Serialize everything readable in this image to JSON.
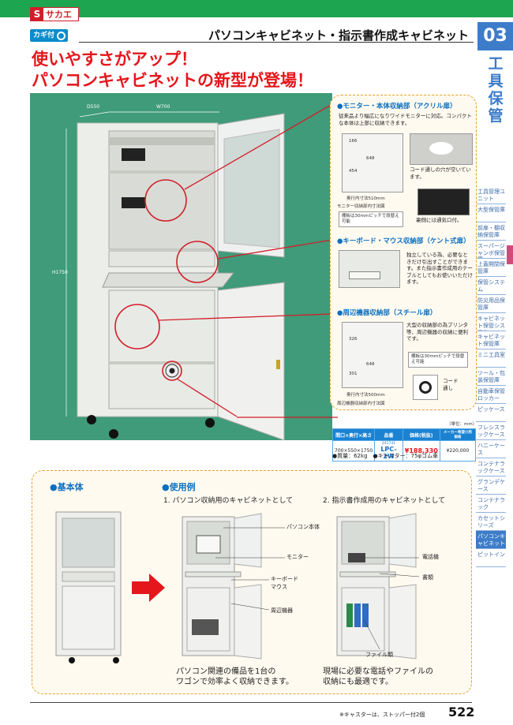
{
  "brand": {
    "logo_mark": "S",
    "logo_text": "サカエ"
  },
  "header": {
    "lock_badge": "カギ付",
    "page_title": "パソコンキャビネット・指示書作成キャビネット",
    "catch_line1": "使いやすさがアップ！",
    "catch_line2": "パソコンキャビネットの新型が登場！"
  },
  "chapter": {
    "number": "03",
    "name": "工具保管"
  },
  "side_nav": [
    {
      "label": "工具管理ユニット",
      "active": false
    },
    {
      "label": "大型保管庫",
      "active": false
    },
    {
      "label": "前扉・棚収納保管庫",
      "active": false
    },
    {
      "label": "スーパージャンボ保管庫",
      "active": false
    },
    {
      "label": "上蓋開閉保管庫",
      "active": false
    },
    {
      "label": "保管システム",
      "active": false
    },
    {
      "label": "防災用品保管庫",
      "active": false
    },
    {
      "label": "キャビネット保管システム",
      "active": false
    },
    {
      "label": "キャビネット保管庫",
      "active": false
    },
    {
      "label": "ミニ工具室",
      "active": false
    },
    {
      "label": "ツール・包装保管庫",
      "active": false
    },
    {
      "label": "自動車保管ロッカー",
      "active": false
    },
    {
      "label": "ピッケース",
      "active": false
    },
    {
      "label": "フレシスラックケース",
      "active": false
    },
    {
      "label": "ハニーケース",
      "active": false
    },
    {
      "label": "コンテナラックケース",
      "active": false
    },
    {
      "label": "グランデケース",
      "active": false
    },
    {
      "label": "コンテナラック",
      "active": false
    },
    {
      "label": "カセットシリーズ",
      "active": false
    },
    {
      "label": "パソコンキャビネット",
      "active": true
    },
    {
      "label": "ピットイン",
      "active": false
    }
  ],
  "product_photo": {
    "depth_label": "D550",
    "width_label": "W700",
    "height_label": "H1750"
  },
  "features": {
    "monitor": {
      "title": "●モニター・本体収納部（アクリル扉）",
      "text": "従来品より幅広になりワイドモニターに対応。コンパクトな本体は上部に収納できます。",
      "dim_h1": "166",
      "dim_w": "648",
      "dim_h2": "454",
      "depth_note": "奥行内寸法510mm",
      "caption": "モニター収納部内寸法図",
      "shelf_note": "棚板は30mmピッチで段替え可能",
      "cord_hole": "コード通しの穴が空いています。",
      "vent": "裏側には通気口付。"
    },
    "keyboard": {
      "title": "●キーボード・マウス収納部（ケント式扉）",
      "text": "独立している為、必要なときだけ引出すことができます。また指示書作成用のテーブルとしてもお使いいただけます。"
    },
    "peripheral": {
      "title": "●周辺機器収納部（スチール扉）",
      "text": "大型の収納部の為プリンタ等、周辺機器の収納に便利です。",
      "dim_h1": "326",
      "dim_w": "648",
      "dim_h2": "301",
      "shelf_note": "棚板は30mmピッチで段替え可能",
      "depth_note": "奥行内寸法500mm",
      "caption": "周辺機器収納部内寸法図",
      "cord": "コード通し"
    }
  },
  "spec": {
    "unit": "（単位：mm）",
    "headers": [
      "間口×奥行×高さ",
      "品番",
      "価格(税抜)",
      "メーカー希望小売価格"
    ],
    "row": {
      "size": "700×550×1750",
      "code_small": "241741",
      "code": "LPC-2W",
      "price": "¥188,330",
      "list_price": "¥220,000"
    },
    "weight_note": "●質量：62kg　●キャスター：75φゴム車"
  },
  "lower": {
    "basic_title": "●基本体",
    "usage_title": "●使用例",
    "usage1_title": "1. パソコン収納用のキャビネットとして",
    "usage2_title": "2. 指示書作成用のキャビネットとして",
    "labels1": [
      "パソコン本体",
      "モニター",
      "キーボード",
      "マウス",
      "周辺機器"
    ],
    "labels2": [
      "電話機",
      "書類",
      "ファイル類"
    ],
    "caption1_l1": "パソコン関連の備品を1台の",
    "caption1_l2": "ワゴンで効率よく収納できます。",
    "caption2_l1": "現場に必要な電話やファイルの",
    "caption2_l2": "収納にも最適です。"
  },
  "footer": {
    "note": "※キャスターは、ストッパー付2個",
    "page_number": "522"
  }
}
